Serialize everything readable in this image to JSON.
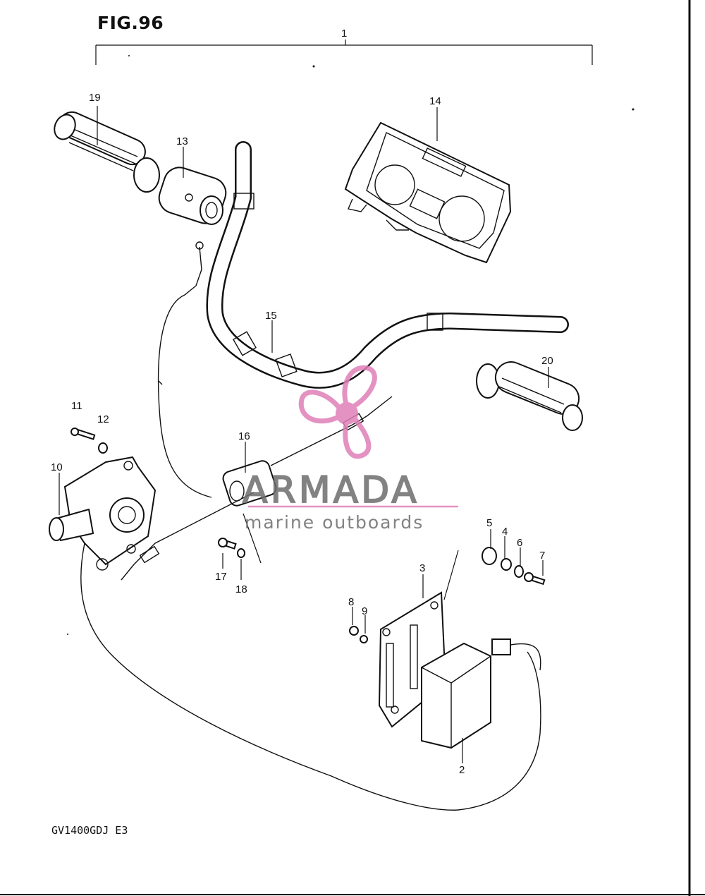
{
  "figure": {
    "title": "FIG.96",
    "model_code": "GV1400GDJ E3"
  },
  "callouts": [
    "1",
    "2",
    "3",
    "4",
    "5",
    "6",
    "7",
    "8",
    "9",
    "10",
    "11",
    "12",
    "13",
    "14",
    "15",
    "16",
    "17",
    "18",
    "19",
    "20"
  ],
  "watermark": {
    "brand": "ARMADA",
    "tagline": "marine outboards",
    "logo_color": "#e07fb8",
    "text_color": "#6d6d6d"
  },
  "icons": [
    "propeller-logo-icon"
  ]
}
